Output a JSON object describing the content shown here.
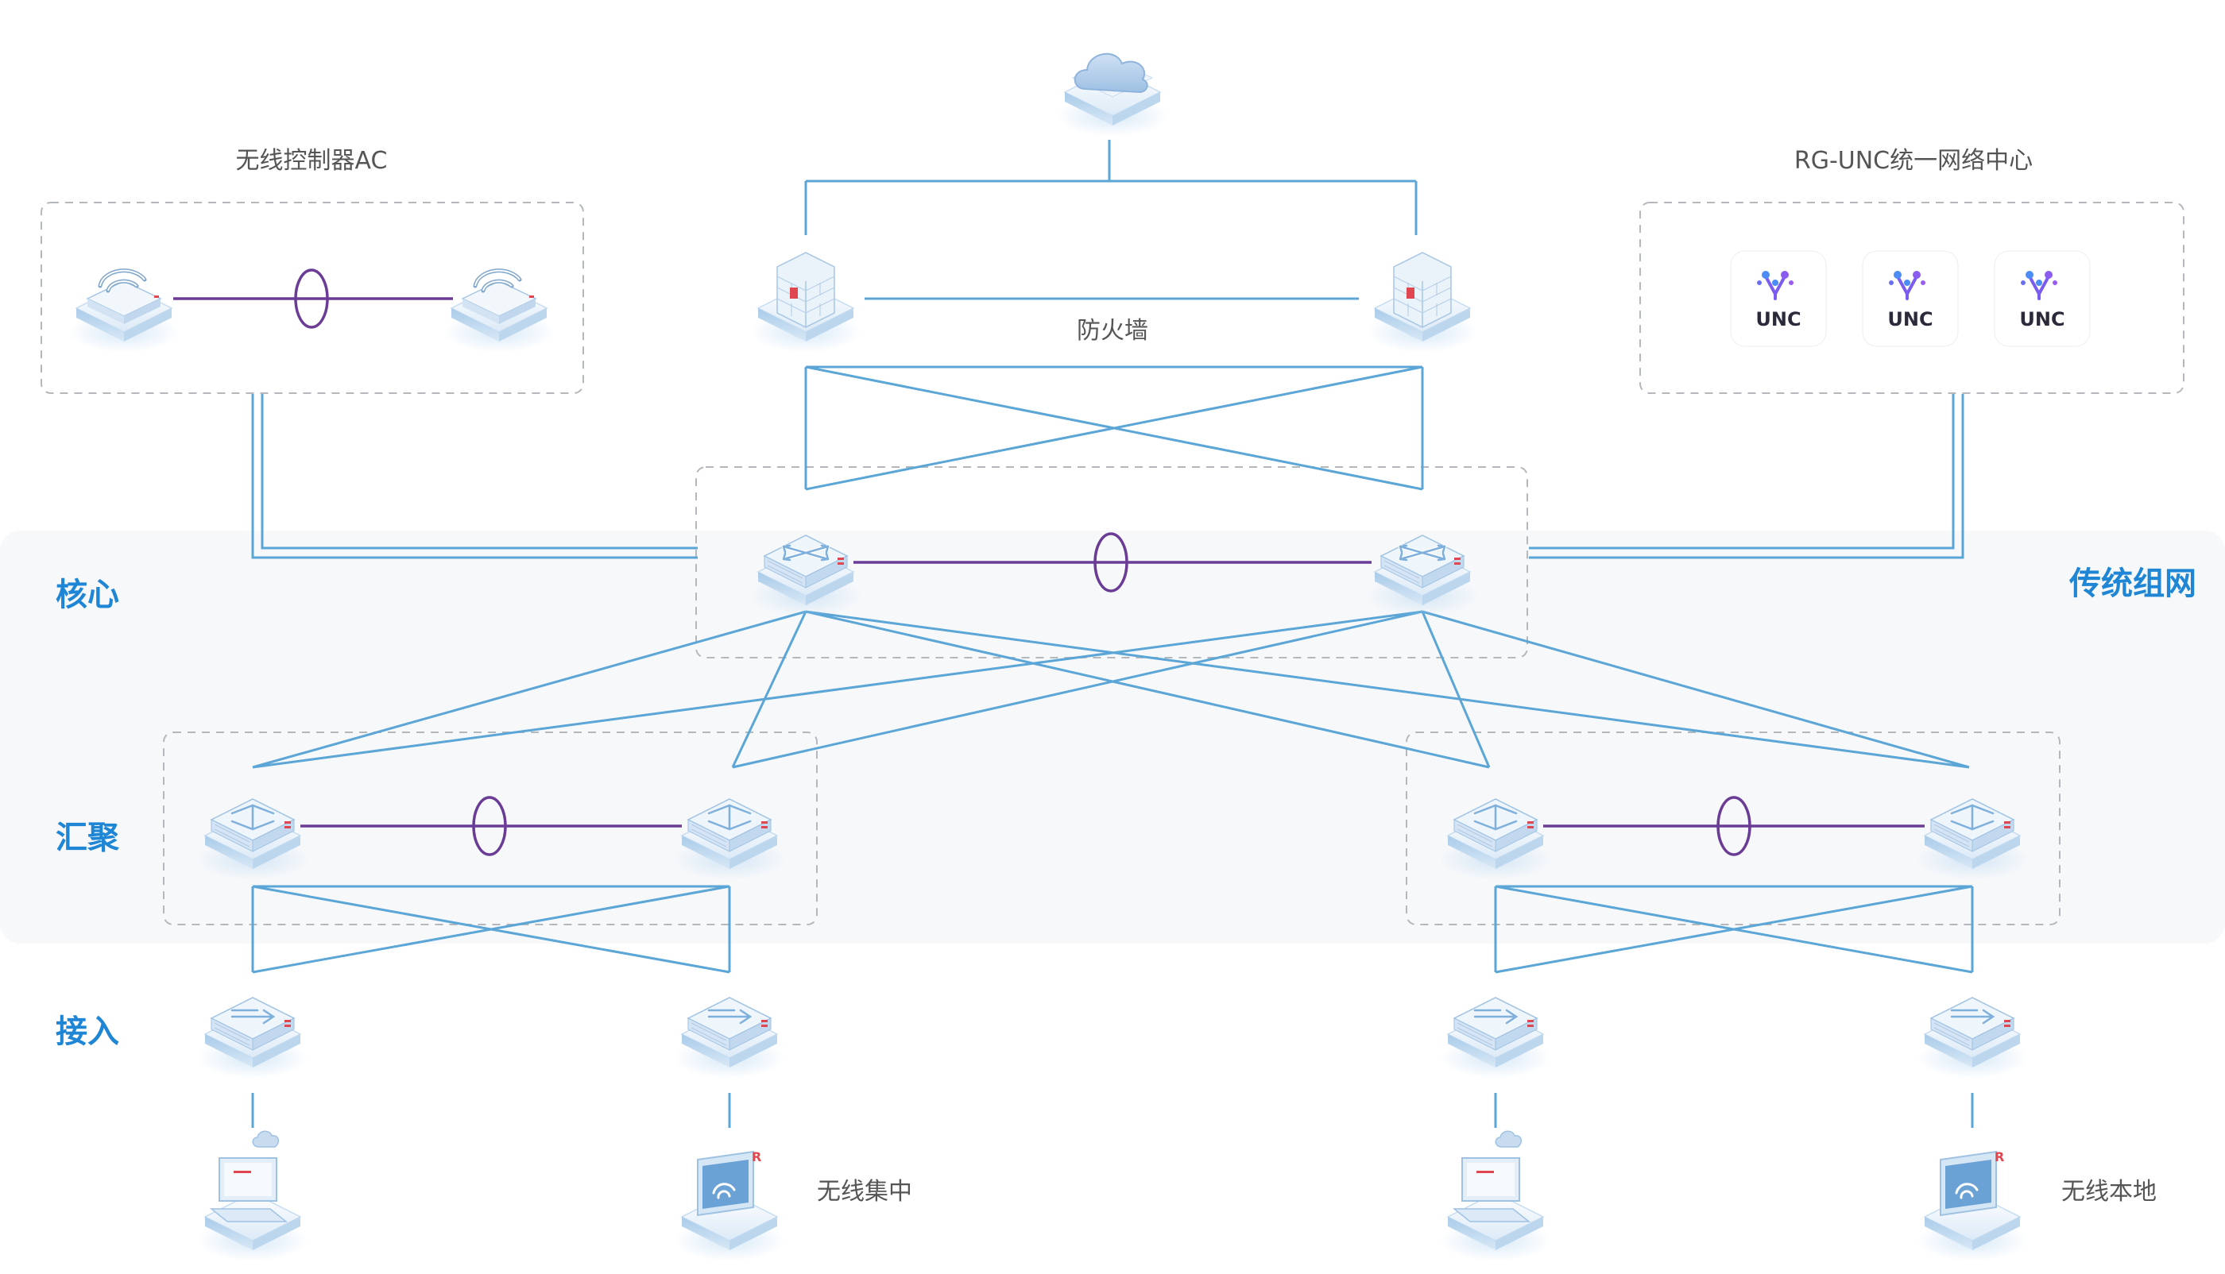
{
  "labels": {
    "ac_group": "无线控制器AC",
    "unc_group": "RG-UNC统一网络中心",
    "firewall": "防火墙",
    "wireless_central": "无线集中",
    "wireless_local": "无线本地"
  },
  "layers": {
    "core": "核心",
    "aggregation": "汇聚",
    "access": "接入",
    "network_type": "传统组网"
  },
  "unc_logo_text": "UNC",
  "colors": {
    "link_blue": "#5ba6d6",
    "link_purple": "#6a3c96",
    "layer_title": "#1f86d6",
    "band_bg": "#f6f8fa",
    "dashed_border": "#b4b8bd",
    "label_text": "#555555",
    "unc_purple": "#6a4fe0"
  },
  "icons": {
    "cloud": "cloud-icon",
    "firewall": "firewall-icon",
    "ac": "wireless-controller-icon",
    "core_switch": "core-switch-icon",
    "aggregation_switch": "aggregation-switch-icon",
    "access_switch": "access-switch-icon",
    "pc": "pc-terminal-icon",
    "wireless_ap": "wireless-ap-icon",
    "unc": "unc-logo-icon"
  }
}
